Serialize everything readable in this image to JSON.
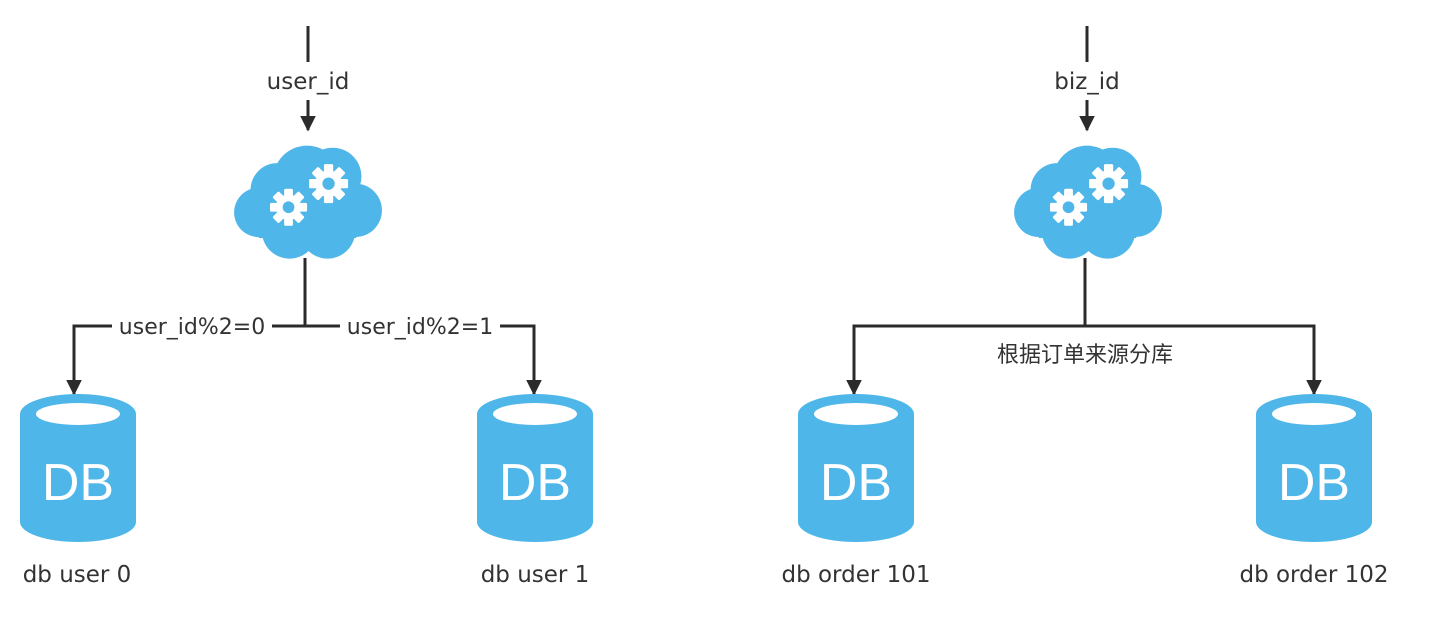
{
  "colors": {
    "line": "#2b2b2b",
    "icon_fill": "#4fb6e9",
    "text": "#333333",
    "db_label_text": "#ffffff"
  },
  "left_flow": {
    "input_label": "user_id",
    "router_icon": "cloud-gears-icon",
    "edge_left_label": "user_id%2=0",
    "edge_right_label": "user_id%2=1",
    "db_left": {
      "icon_text": "DB",
      "caption": "db user 0"
    },
    "db_right": {
      "icon_text": "DB",
      "caption": "db user 1"
    }
  },
  "right_flow": {
    "input_label": "biz_id",
    "router_icon": "cloud-gears-icon",
    "split_label": "根据订单来源分库",
    "db_left": {
      "icon_text": "DB",
      "caption": "db order 101"
    },
    "db_right": {
      "icon_text": "DB",
      "caption": "db order 102"
    }
  }
}
